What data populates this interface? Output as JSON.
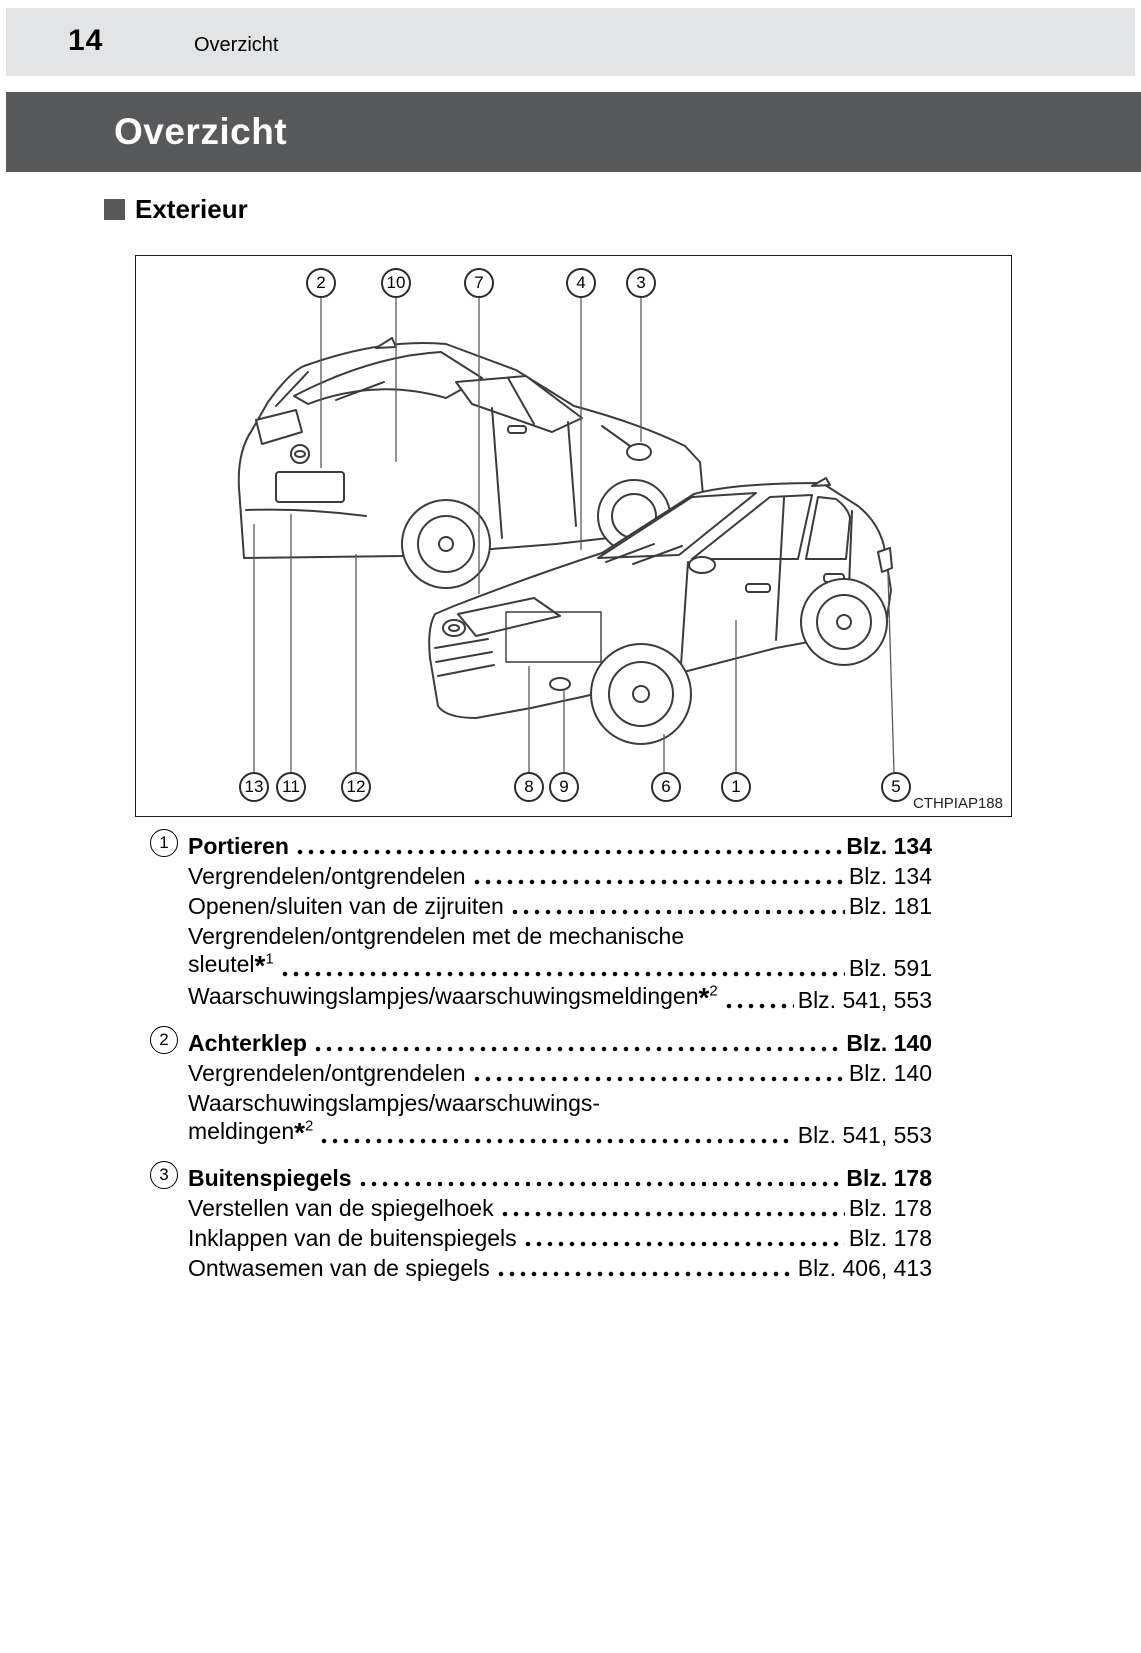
{
  "page": {
    "number": "14",
    "running_header": "Overzicht"
  },
  "title_bar": {
    "title": "Overzicht"
  },
  "section": {
    "title": "Exterieur"
  },
  "figure": {
    "code": "CTHPIAP188",
    "callouts_top": [
      {
        "label": "2"
      },
      {
        "label": "10"
      },
      {
        "label": "7"
      },
      {
        "label": "4"
      },
      {
        "label": "3"
      }
    ],
    "callouts_bottom": [
      {
        "label": "13"
      },
      {
        "label": "11"
      },
      {
        "label": "12"
      },
      {
        "label": "8"
      },
      {
        "label": "9"
      },
      {
        "label": "6"
      },
      {
        "label": "1"
      },
      {
        "label": "5"
      }
    ]
  },
  "toc": {
    "items": [
      {
        "num": "1",
        "title": "Portieren",
        "page": "Blz. 134",
        "entries": [
          {
            "text": "Vergrendelen/ontgrendelen",
            "page": "Blz. 134"
          },
          {
            "text": "Openen/sluiten van de zijruiten",
            "page": "Blz. 181"
          },
          {
            "text_pre": "Vergrendelen/ontgrendelen met de mechanische",
            "text": "sleutel",
            "star": "*",
            "sup": "1",
            "page": "Blz. 591"
          },
          {
            "text": "Waarschuwingslampjes/waarschuwingsmeldingen",
            "star": "*",
            "sup": "2",
            "page": "Blz. 541, 553"
          }
        ]
      },
      {
        "num": "2",
        "title": "Achterklep",
        "page": "Blz. 140",
        "entries": [
          {
            "text": "Vergrendelen/ontgrendelen",
            "page": "Blz. 140"
          },
          {
            "text_pre": "Waarschuwingslampjes/waarschuwings-",
            "text": "meldingen",
            "star": "*",
            "sup": "2",
            "page": "Blz. 541, 553"
          }
        ]
      },
      {
        "num": "3",
        "title": "Buitenspiegels",
        "page": "Blz. 178",
        "entries": [
          {
            "text": "Verstellen van de spiegelhoek",
            "page": "Blz. 178"
          },
          {
            "text": "Inklappen van de buitenspiegels",
            "page": "Blz. 178"
          },
          {
            "text": "Ontwasemen van de spiegels",
            "page": "Blz. 406, 413"
          }
        ]
      }
    ]
  }
}
